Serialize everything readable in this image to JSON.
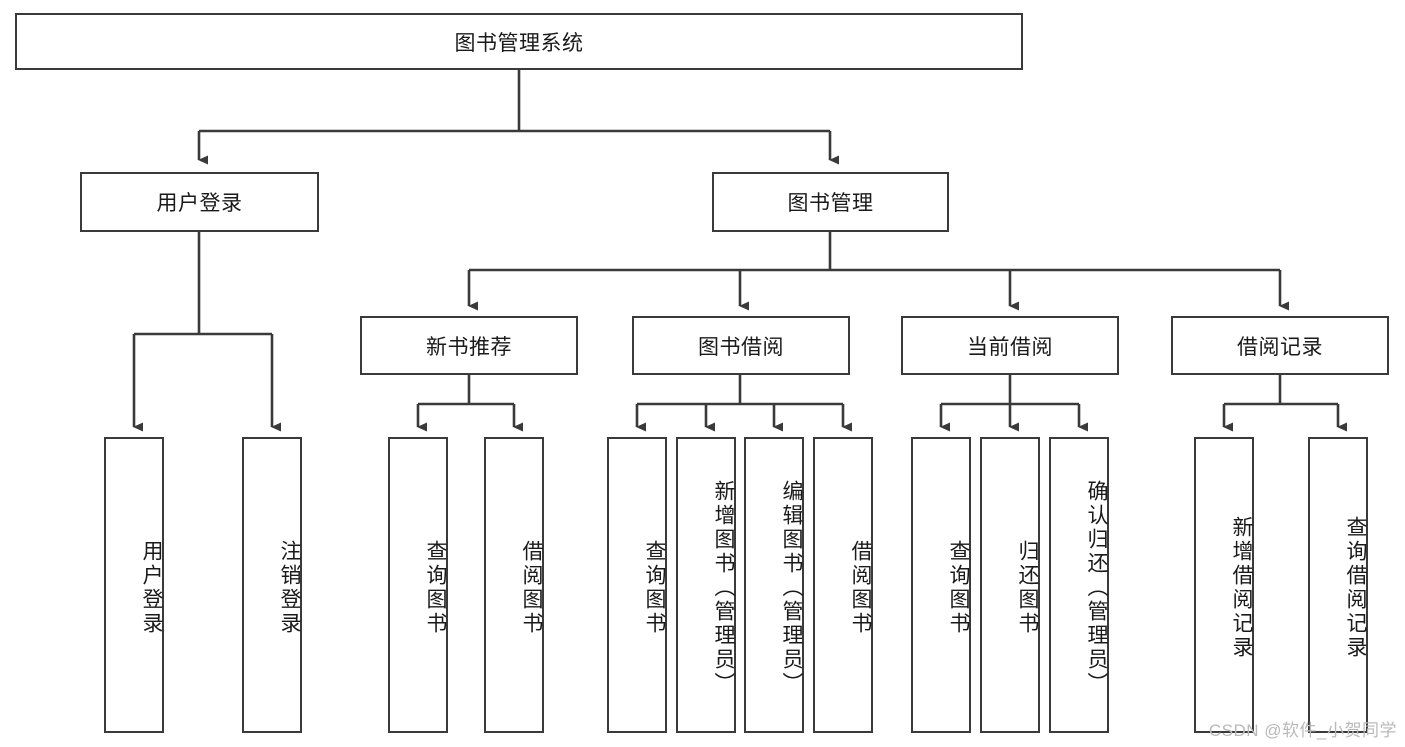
{
  "diagram": {
    "title": "图书管理系统",
    "watermark": "CSDN @软件_小贺同学",
    "colors": {
      "stroke": "#3a3a3a",
      "fill": "#ffffff",
      "text": "#1a1a1a",
      "watermark": "#b9b9b9"
    },
    "root": {
      "label": "图书管理系统"
    },
    "level2": [
      {
        "label": "用户登录"
      },
      {
        "label": "图书管理"
      }
    ],
    "level3": [
      {
        "label": "新书推荐"
      },
      {
        "label": "图书借阅"
      },
      {
        "label": "当前借阅"
      },
      {
        "label": "借阅记录"
      }
    ],
    "leaves": {
      "user_login": [
        {
          "label": "用户登录"
        },
        {
          "label": "注销登录"
        }
      ],
      "new_book_recommend": [
        {
          "label": "查询图书"
        },
        {
          "label": "借阅图书"
        }
      ],
      "book_borrow": [
        {
          "label": "查询图书"
        },
        {
          "label": "新增图书（管理员）"
        },
        {
          "label": "编辑图书（管理员）"
        },
        {
          "label": "借阅图书"
        }
      ],
      "current_borrow": [
        {
          "label": "查询图书"
        },
        {
          "label": "归还图书"
        },
        {
          "label": "确认归还（管理员）"
        }
      ],
      "borrow_record": [
        {
          "label": "新增借阅记录"
        },
        {
          "label": "查询借阅记录"
        }
      ]
    }
  }
}
